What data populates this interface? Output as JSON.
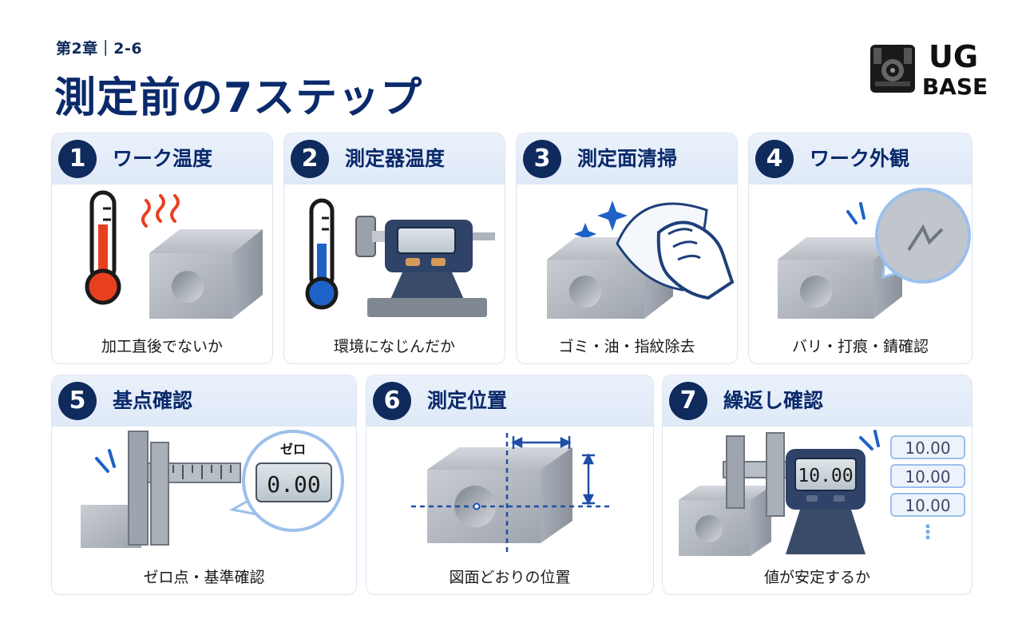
{
  "header": {
    "chapter": "第2章｜2-6",
    "title": "測定前の7ステップ"
  },
  "logo": {
    "line1": "UG",
    "line2": "BASE"
  },
  "steps": [
    {
      "number": "1",
      "title": "ワーク温度",
      "caption": "加工直後でないか"
    },
    {
      "number": "2",
      "title": "測定器温度",
      "caption": "環境になじんだか"
    },
    {
      "number": "3",
      "title": "測定面清掃",
      "caption": "ゴミ・油・指紋除去"
    },
    {
      "number": "4",
      "title": "ワーク外観",
      "caption": "バリ・打痕・錆確認"
    },
    {
      "number": "5",
      "title": "基点確認",
      "caption": "ゼロ点・基準確認",
      "bubble_label": "ゼロ",
      "zero_display": "0.00"
    },
    {
      "number": "6",
      "title": "測定位置",
      "caption": "図面どおりの位置"
    },
    {
      "number": "7",
      "title": "繰返し確認",
      "caption": "値が安定するか",
      "display": "10.00",
      "readings": [
        "10.00",
        "10.00",
        "10.00"
      ],
      "more": "⋮"
    }
  ],
  "colors": {
    "navy": "#0f2a5c",
    "hot": "#e8401f",
    "cold": "#1e62c8",
    "metal": "#b9bec6"
  }
}
